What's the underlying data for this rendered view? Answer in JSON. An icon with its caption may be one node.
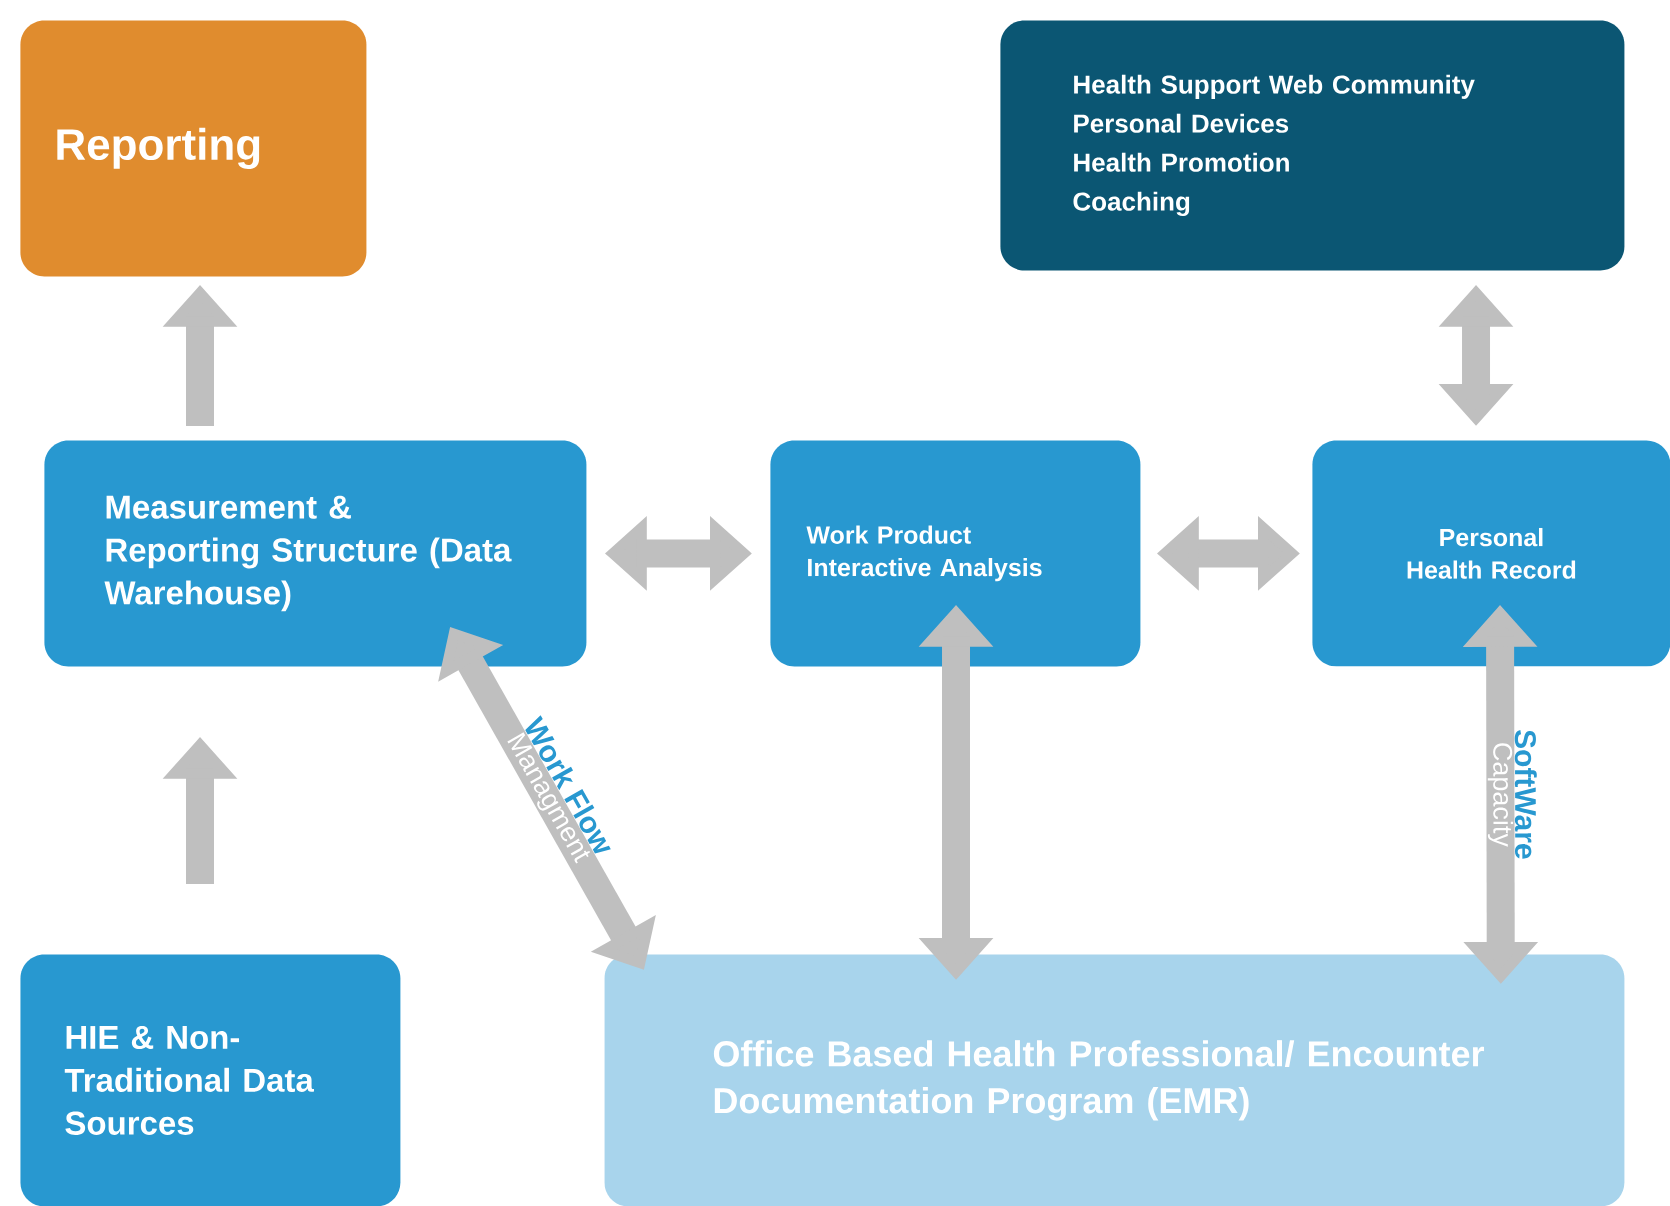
{
  "diagram": {
    "nodes": [
      {
        "text": [
          "Reporting"
        ]
      },
      {
        "text": [
          "Health Support Web Community",
          "Personal Devices",
          "Health Promotion",
          "Coaching"
        ]
      },
      {
        "text": [
          "Measurement & Reporting Structure (Data Warehouse)"
        ]
      },
      {
        "text": [
          "Work Product Interactive Analysis"
        ]
      },
      {
        "text": [
          "Personal Health Record"
        ]
      },
      {
        "text": [
          "HIE & Non-Traditional Data Sources"
        ]
      },
      {
        "text": [
          "Office Based Health Professional/ Encounter Documentation Program (EMR)"
        ]
      }
    ],
    "edges": [
      {
        "from": 2,
        "to": 0,
        "arrow": "to"
      },
      {
        "from": 5,
        "to": 2,
        "arrow": "to"
      },
      {
        "from": 2,
        "to": 3,
        "arrow": "both"
      },
      {
        "from": 3,
        "to": 4,
        "arrow": "both"
      },
      {
        "from": 1,
        "to": 4,
        "arrow": "both"
      },
      {
        "from": 2,
        "to": 6,
        "arrow": "both",
        "label": "Work Flow"
      },
      {
        "from": 3,
        "to": 6,
        "arrow": "both"
      },
      {
        "from": 4,
        "to": 6,
        "arrow": "both",
        "label": "SoftWare"
      }
    ],
    "labels": [
      "Managment",
      "Capacity"
    ]
  }
}
